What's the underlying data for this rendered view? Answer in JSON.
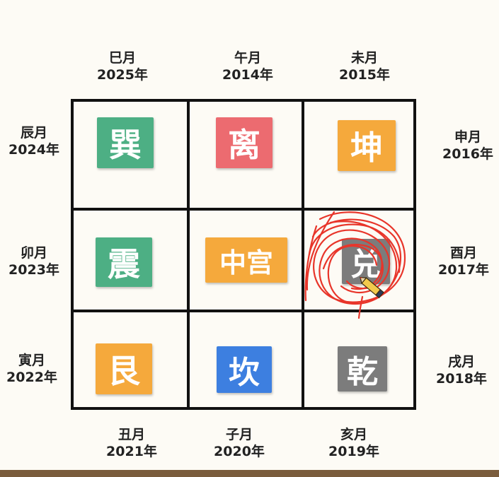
{
  "colors": {
    "green": "#4daf84",
    "red": "#ec6b70",
    "orange": "#f5a93c",
    "gray": "#7c7c7c",
    "blue": "#3d7fe0",
    "scribble": "#e8352a"
  },
  "tiles": {
    "xun": "巽",
    "li": "离",
    "kun": "坤",
    "zhen": "震",
    "center": "中宫",
    "dui": "兑",
    "gen": "艮",
    "kan": "坎",
    "qian": "乾"
  },
  "labels": {
    "si": {
      "month": "巳月",
      "year": "2025年"
    },
    "wu": {
      "month": "午月",
      "year": "2014年"
    },
    "wei": {
      "month": "未月",
      "year": "2015年"
    },
    "chen": {
      "month": "辰月",
      "year": "2024年"
    },
    "shen": {
      "month": "申月",
      "year": "2016年"
    },
    "mao": {
      "month": "卯月",
      "year": "2023年"
    },
    "you": {
      "month": "酉月",
      "year": "2017年"
    },
    "yin": {
      "month": "寅月",
      "year": "2022年"
    },
    "xu": {
      "month": "戌月",
      "year": "2018年"
    },
    "chou": {
      "month": "丑月",
      "year": "2021年"
    },
    "zi": {
      "month": "子月",
      "year": "2020年"
    },
    "hai": {
      "month": "亥月",
      "year": "2019年"
    }
  }
}
